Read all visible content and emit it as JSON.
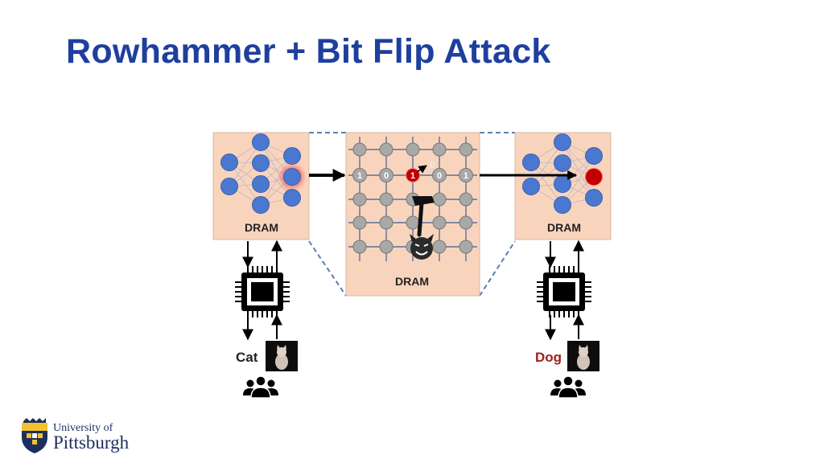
{
  "title": "Rowhammer + Bit Flip Attack",
  "left_panel": {
    "label": "DRAM"
  },
  "middle_panel": {
    "label": "DRAM",
    "bits": [
      "1",
      "0",
      "1",
      "0",
      "1"
    ],
    "flipped_bit_new_value": "0"
  },
  "right_panel": {
    "label": "DRAM"
  },
  "left_output": {
    "prediction": "Cat"
  },
  "right_output": {
    "prediction": "Dog"
  },
  "colors": {
    "title": "#1f3f9e",
    "panel_bg": "#f9d4bc",
    "neuron": "#4a78d0",
    "flipped": "#c00000",
    "dog_label": "#a02020"
  },
  "icons": [
    "cpu-chip-icon",
    "cat-photo-icon",
    "users-icon",
    "hammer-icon",
    "devil-icon"
  ],
  "footer": {
    "logo_line1": "University of",
    "logo_line2": "Pittsburgh"
  }
}
